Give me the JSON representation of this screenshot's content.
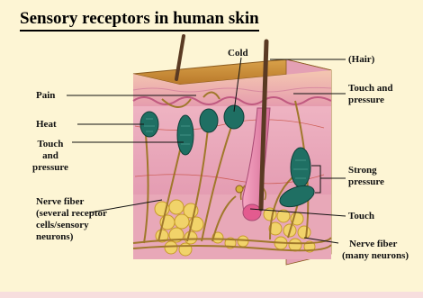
{
  "diagram": {
    "title": "Sensory receptors in human skin",
    "labels": {
      "cold": "Cold",
      "hair": "(Hair)",
      "pain": "Pain",
      "touch_pressure_right": [
        "Touch and",
        "pressure"
      ],
      "heat": "Heat",
      "touch_pressure_left": [
        "Touch",
        "and",
        "pressure"
      ],
      "strong_pressure": [
        "Strong",
        "pressure"
      ],
      "nerve_fiber_left": [
        "Nerve fiber",
        "(several receptor",
        "cells/sensory",
        "neurons)"
      ],
      "touch": "Touch",
      "nerve_fiber_right": [
        "Nerve fiber",
        "(many neurons)"
      ]
    }
  },
  "colors": {
    "background": "#fdf5d4",
    "epidermis_top": "#c0892e",
    "dermis": "#e8a9bd",
    "receptor_green": "#1f6f63",
    "nerve": "#a0782b",
    "fat": "#f1d36a"
  }
}
